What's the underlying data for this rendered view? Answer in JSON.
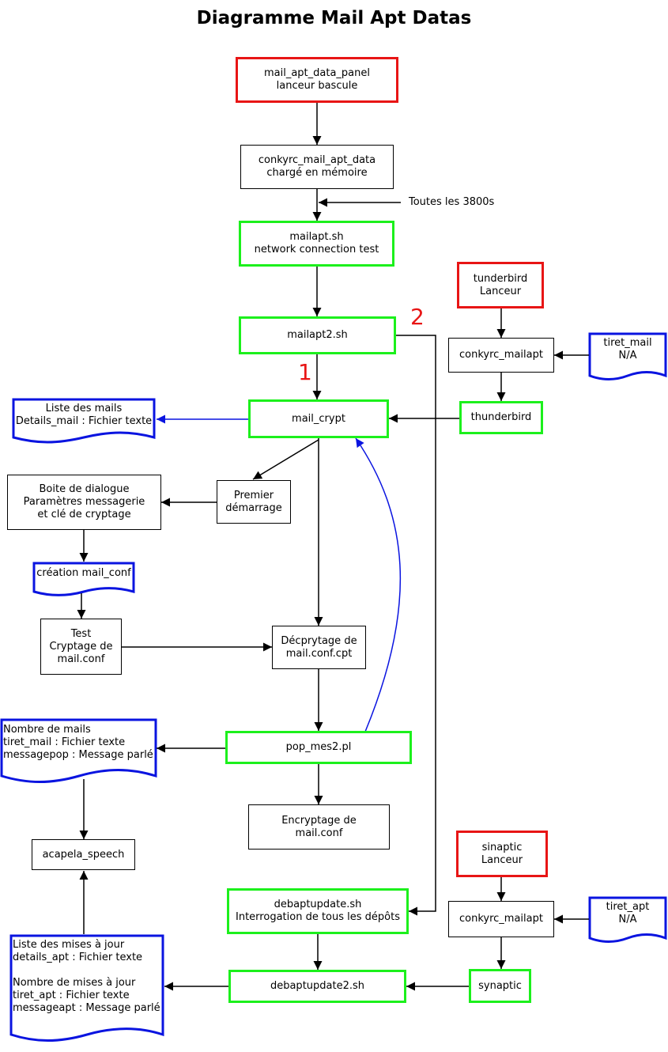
{
  "title": "Diagramme Mail Apt Datas",
  "colors": {
    "process": "#000000",
    "script": "#1cf01c",
    "launcher": "#e81515",
    "file": "#0a14e0",
    "number": "#e81515"
  },
  "nodes": {
    "panel": {
      "lines": [
        "mail_apt_data_panel",
        "lanceur bascule"
      ]
    },
    "conkyrc_data": {
      "lines": [
        "conkyrc_mail_apt_data",
        "chargé en mémoire"
      ]
    },
    "mailapt": {
      "lines": [
        "mailapt.sh",
        "network connection test"
      ]
    },
    "mailapt2": {
      "lines": [
        "mailapt2.sh"
      ]
    },
    "tunderbird": {
      "lines": [
        "tunderbird",
        "Lanceur"
      ]
    },
    "conky_mailapt1": {
      "lines": [
        "conkyrc_mailapt"
      ]
    },
    "thunderbird": {
      "lines": [
        "thunderbird"
      ]
    },
    "mail_crypt": {
      "lines": [
        "mail_crypt"
      ]
    },
    "premier": {
      "lines": [
        "Premier",
        "démarrage"
      ]
    },
    "boite": {
      "lines": [
        "Boite de dialogue",
        "Paramètres messagerie",
        "et clé de cryptage"
      ]
    },
    "test": {
      "lines": [
        "Test",
        "Cryptage de",
        "mail.conf"
      ]
    },
    "decrypt": {
      "lines": [
        "Décprytage de",
        "mail.conf.cpt"
      ]
    },
    "pop": {
      "lines": [
        "pop_mes2.pl"
      ]
    },
    "encrypt": {
      "lines": [
        "Encryptage de",
        "mail.conf"
      ]
    },
    "acapela": {
      "lines": [
        "acapela_speech"
      ]
    },
    "sinaptic": {
      "lines": [
        "sinaptic",
        "Lanceur"
      ]
    },
    "debapt": {
      "lines": [
        "debaptupdate.sh",
        "Interrogation de tous les dépôts"
      ]
    },
    "conky_mailapt2": {
      "lines": [
        "conkyrc_mailapt"
      ]
    },
    "debapt2": {
      "lines": [
        "debaptupdate2.sh"
      ]
    },
    "synaptic": {
      "lines": [
        "synaptic"
      ]
    }
  },
  "docs": {
    "liste_mails": {
      "lines": [
        "Liste des mails",
        "Details_mail : Fichier texte"
      ]
    },
    "creation": {
      "lines": [
        "création mail_conf"
      ]
    },
    "tiret_mail": {
      "lines": [
        "tiret_mail",
        "N/A"
      ]
    },
    "nombre_mails": {
      "lines": [
        "Nombre de mails",
        "tiret_mail : Fichier texte",
        "messagepop : Message parlé"
      ]
    },
    "tiret_apt": {
      "lines": [
        "tiret_apt",
        "N/A"
      ]
    },
    "mises_a_jour": {
      "lines": [
        "Liste des mises à jour",
        "details_apt : Fichier texte",
        "",
        "Nombre de mises à jour",
        "tiret_apt : Fichier texte",
        "messageapt : Message parlé"
      ]
    }
  },
  "labels": {
    "interval": "Toutes les 3800s",
    "n1": "1",
    "n2": "2"
  }
}
